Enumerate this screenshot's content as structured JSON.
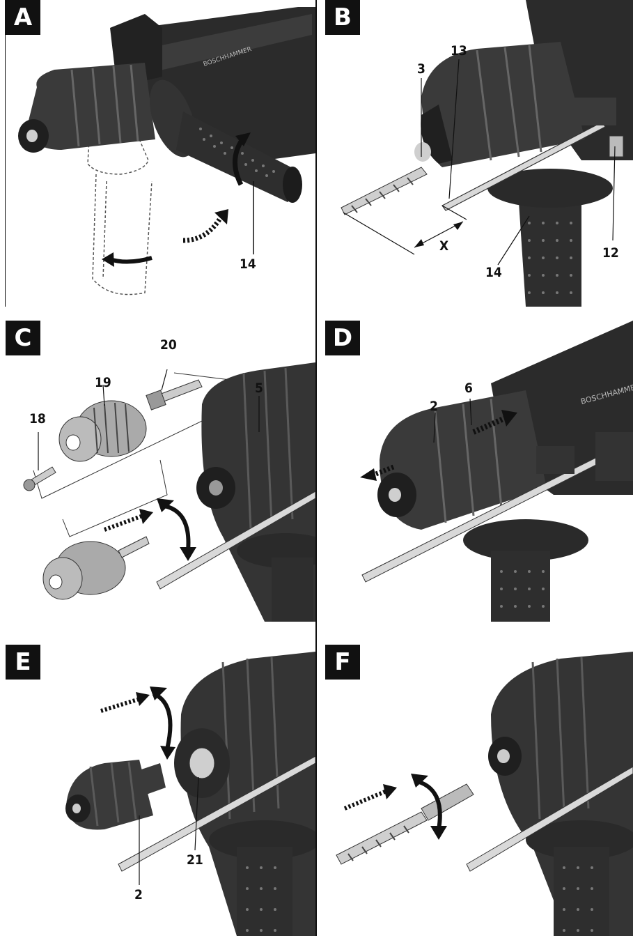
{
  "panels": {
    "a": {
      "letter": "A",
      "labels": {
        "l14": "14"
      },
      "tool_text": "BOSCHHAMMER"
    },
    "b": {
      "letter": "B",
      "labels": {
        "l3": "3",
        "l13": "13",
        "lx": "X",
        "l14": "14",
        "l12": "12"
      }
    },
    "c": {
      "letter": "C",
      "labels": {
        "l20": "20",
        "l19": "19",
        "l18": "18",
        "l5": "5"
      }
    },
    "d": {
      "letter": "D",
      "labels": {
        "l2": "2",
        "l6": "6"
      },
      "tool_text": "BOSCHHAMMER"
    },
    "e": {
      "letter": "E",
      "labels": {
        "l21": "21",
        "l2": "2"
      }
    },
    "f": {
      "letter": "F",
      "labels": {}
    }
  },
  "colors": {
    "tool_dark": "#2b2b2b",
    "tool_mid": "#4a4a4a",
    "tool_light": "#6d6d6d",
    "ink": "#111111"
  }
}
